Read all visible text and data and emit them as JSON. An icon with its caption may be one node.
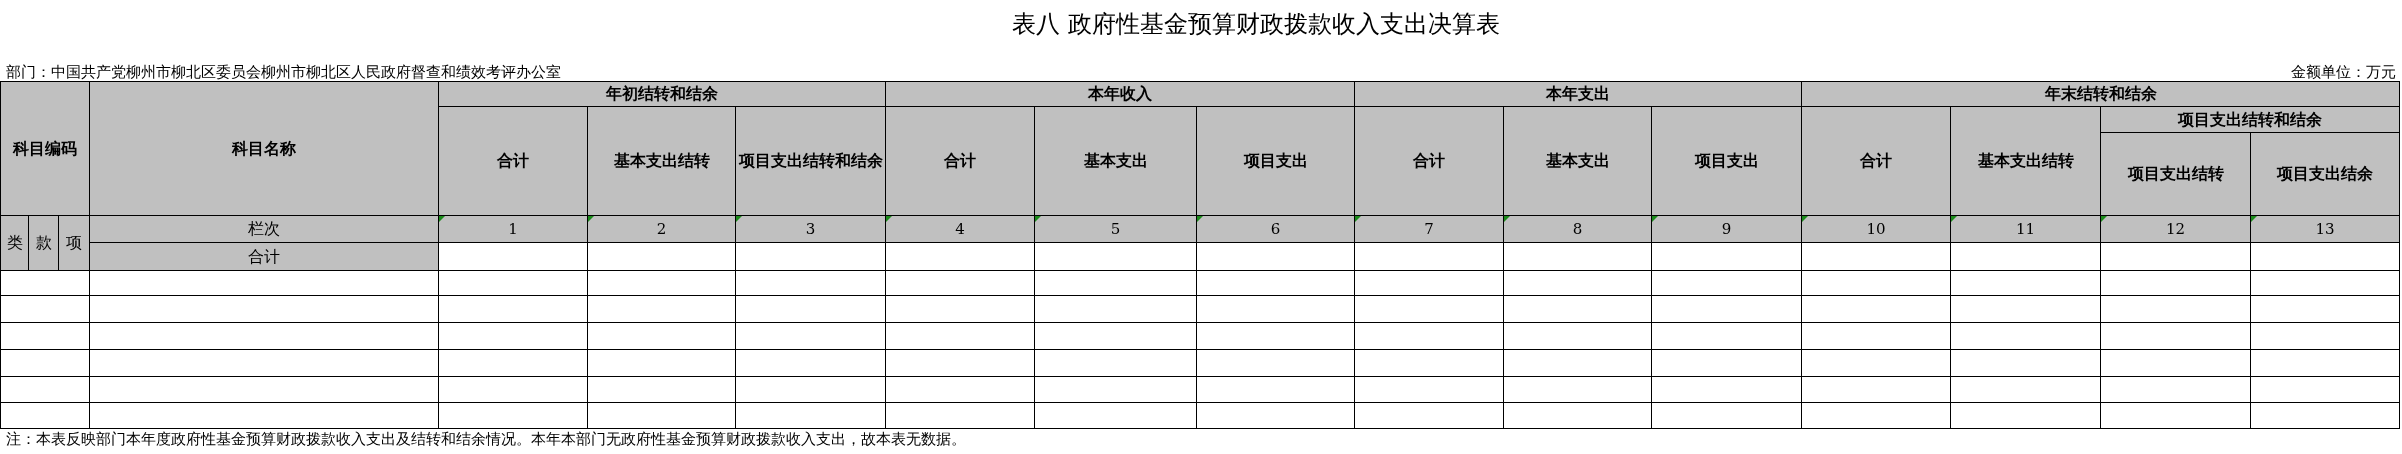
{
  "diagram": {
    "title": "表八 政府性基金预算财政拨款收入支出决算表",
    "caption": "注：本表反映部门本年度政府性基金预算财政拨款收入支出及结转和结余情况。本年本部门无政府性基金预算财政拨款收入支出，故本表无数据。",
    "labels": [
      "部门：中国共产党柳州市柳北区委员会柳州市柳北区人民政府督查和绩效考评办公室",
      "金额单位：万元",
      "科目编码",
      "科目名称",
      "年初结转和结余",
      "本年收入",
      "本年支出",
      "年末结转和结余",
      "合计",
      "基本支出结转",
      "项目支出结转和结余",
      "合计",
      "基本支出",
      "项目支出",
      "合计",
      "基本支出",
      "项目支出",
      "合计",
      "基本支出结转",
      "项目支出结转和结余",
      "项目支出结转",
      "项目支出结余",
      "类",
      "款",
      "项",
      "栏次",
      "1",
      "2",
      "3",
      "4",
      "5",
      "6",
      "7",
      "8",
      "9",
      "10",
      "11",
      "12",
      "13",
      "合计"
    ]
  }
}
